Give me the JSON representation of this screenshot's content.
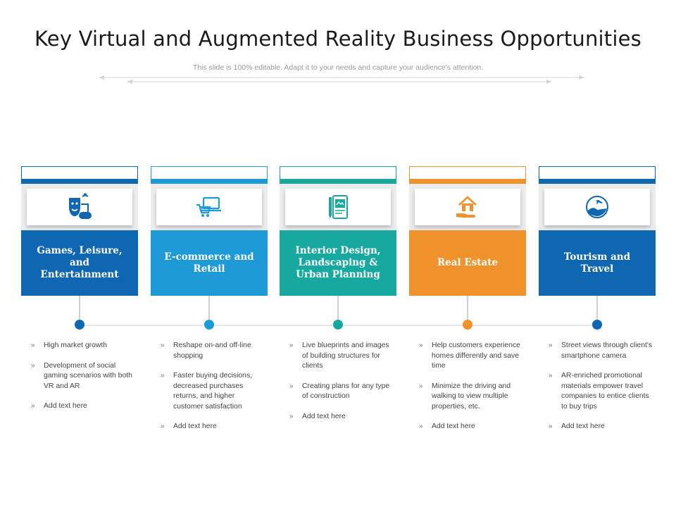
{
  "title": "Key Virtual and Augmented Reality Business Opportunities",
  "subtitle": "This slide is 100% editable. Adapt it to your needs and capture your audience's attention.",
  "bullet_marker": "»",
  "columns": [
    {
      "heading": "Games, Leisure, and Entertainment",
      "color": "#0f67b1",
      "icon": "theater-masks-gamepad-icon",
      "bullets": [
        "High market growth",
        "Development of social gaming scenarios with both VR and AR",
        "Add text here"
      ]
    },
    {
      "heading": "E-commerce and Retail",
      "color": "#1e9bd7",
      "icon": "laptop-cart-icon",
      "bullets": [
        "Reshape on-and off-line shopping",
        "Faster buying decisions, decreased purchases returns, and higher customer satisfaction",
        "Add text here"
      ]
    },
    {
      "heading": "Interior Design, Landscaping & Urban Planning",
      "color": "#17a8a0",
      "icon": "blueprint-tablet-icon",
      "bullets": [
        "Live blueprints and images of building structures for clients",
        "Creating plans for any type of construction",
        "Add text here"
      ]
    },
    {
      "heading": "Real Estate",
      "color": "#f0922b",
      "icon": "house-in-hand-icon",
      "bullets": [
        "Help customers experience homes differently and save time",
        "Minimize the driving and walking to view multiple properties, etc.",
        "Add text here"
      ]
    },
    {
      "heading": "Tourism and Travel",
      "color": "#0f67b1",
      "icon": "travel-globe-plane-icon",
      "bullets": [
        "Street views through client's smartphone camera",
        "AR-enriched promotional materials empower travel companies to entice clients to buy trips",
        "Add text here"
      ]
    }
  ]
}
